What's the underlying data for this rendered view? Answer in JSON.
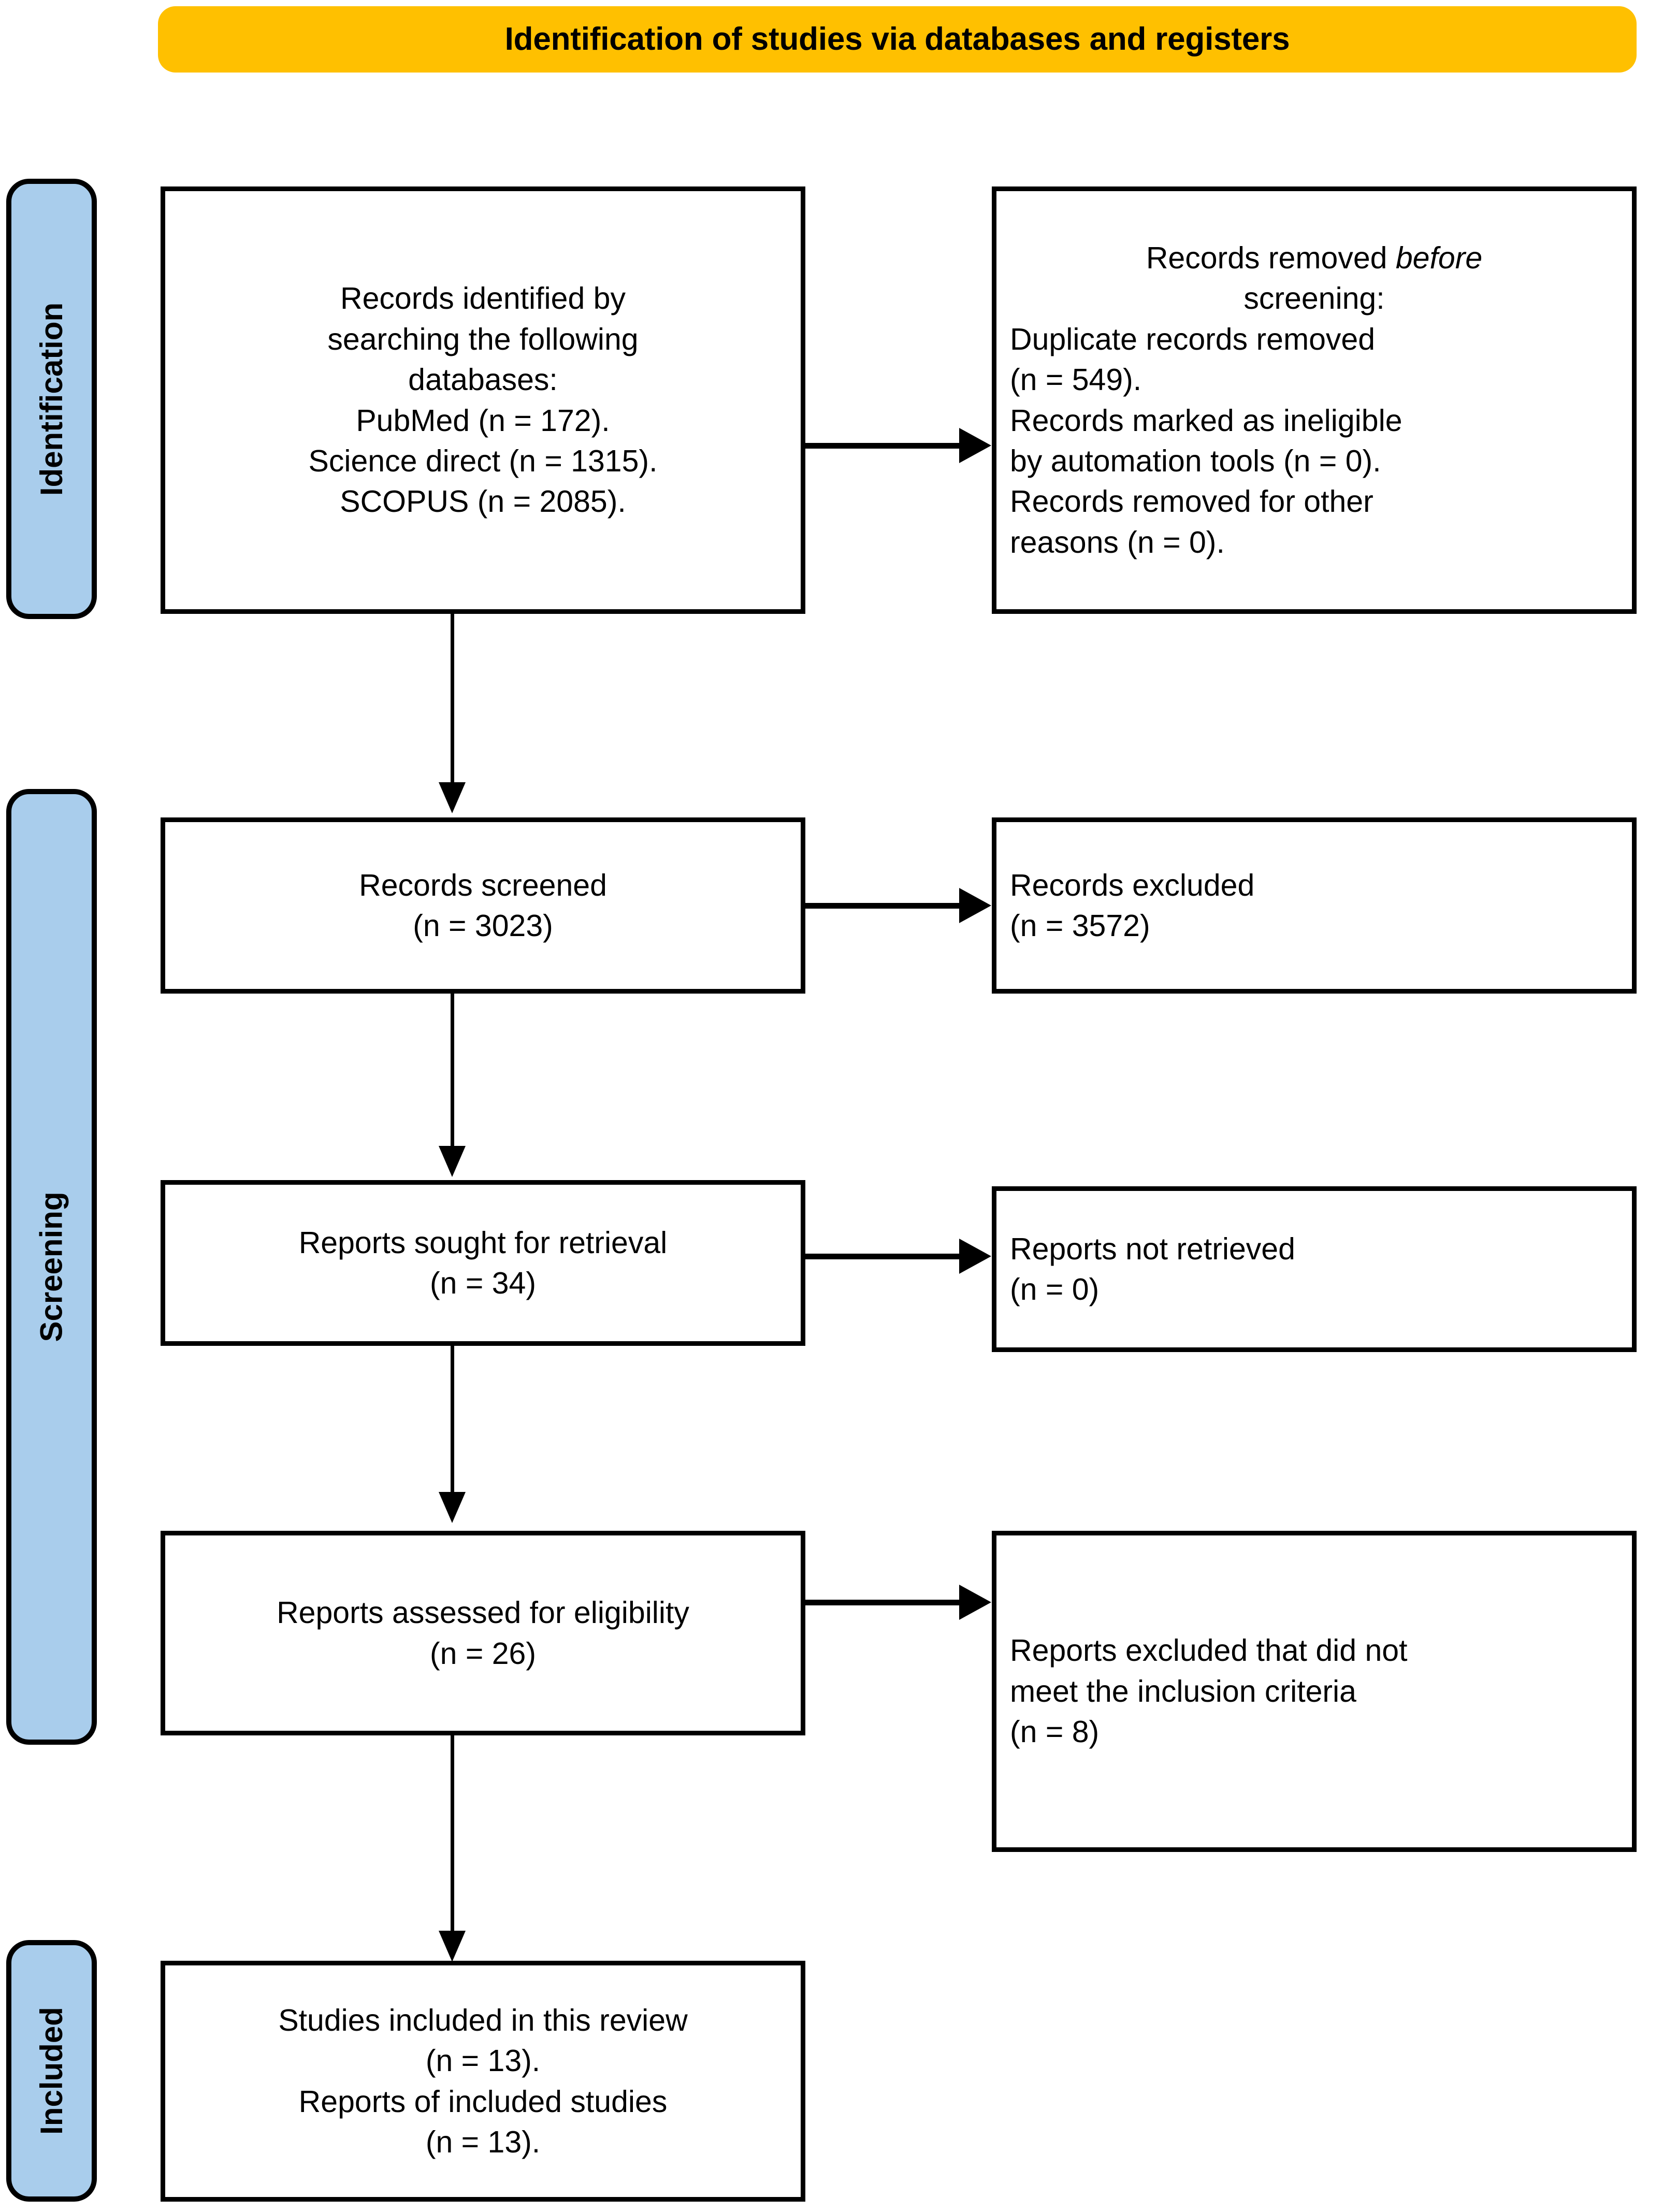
{
  "header": {
    "title": "Identification of studies via databases and registers",
    "background_color": "#FFC000"
  },
  "stages": {
    "identification": {
      "label": "Identification",
      "color": "#A9CDEC"
    },
    "screening": {
      "label": "Screening",
      "color": "#A9CDEC"
    },
    "included": {
      "label": "Included",
      "color": "#A9CDEC"
    }
  },
  "boxes": {
    "records_identified": {
      "line1": "Records identified by",
      "line2": "searching the following",
      "line3": "databases:",
      "line4": "PubMed (n = 172).",
      "line5": "Science direct (n = 1315).",
      "line6": "SCOPUS (n = 2085)."
    },
    "records_removed": {
      "line1_prefix": "Records removed ",
      "line1_italic": "before",
      "line2": "screening:",
      "line3": "Duplicate records removed",
      "line4": "(n = 549).",
      "line5": "Records marked as ineligible",
      "line6": "by automation tools (n = 0).",
      "line7": "Records removed for other",
      "line8": "reasons (n = 0)."
    },
    "records_screened": {
      "line1": "Records screened",
      "line2": "(n = 3023)"
    },
    "records_excluded": {
      "line1": "Records excluded",
      "line2": "(n = 3572)"
    },
    "reports_sought": {
      "line1": "Reports sought for retrieval",
      "line2": "(n = 34)"
    },
    "reports_not_retrieved": {
      "line1": "Reports not retrieved",
      "line2": "(n = 0)"
    },
    "reports_assessed": {
      "line1": "Reports assessed for eligibility",
      "line2": "(n = 26)"
    },
    "reports_excluded": {
      "line1": "Reports excluded that did not",
      "line2": "meet the inclusion criteria",
      "line3": "(n = 8)"
    },
    "studies_included": {
      "line1": "Studies included in this review",
      "line2": "(n = 13).",
      "line3": "Reports of included studies",
      "line4": "(n = 13)."
    }
  }
}
